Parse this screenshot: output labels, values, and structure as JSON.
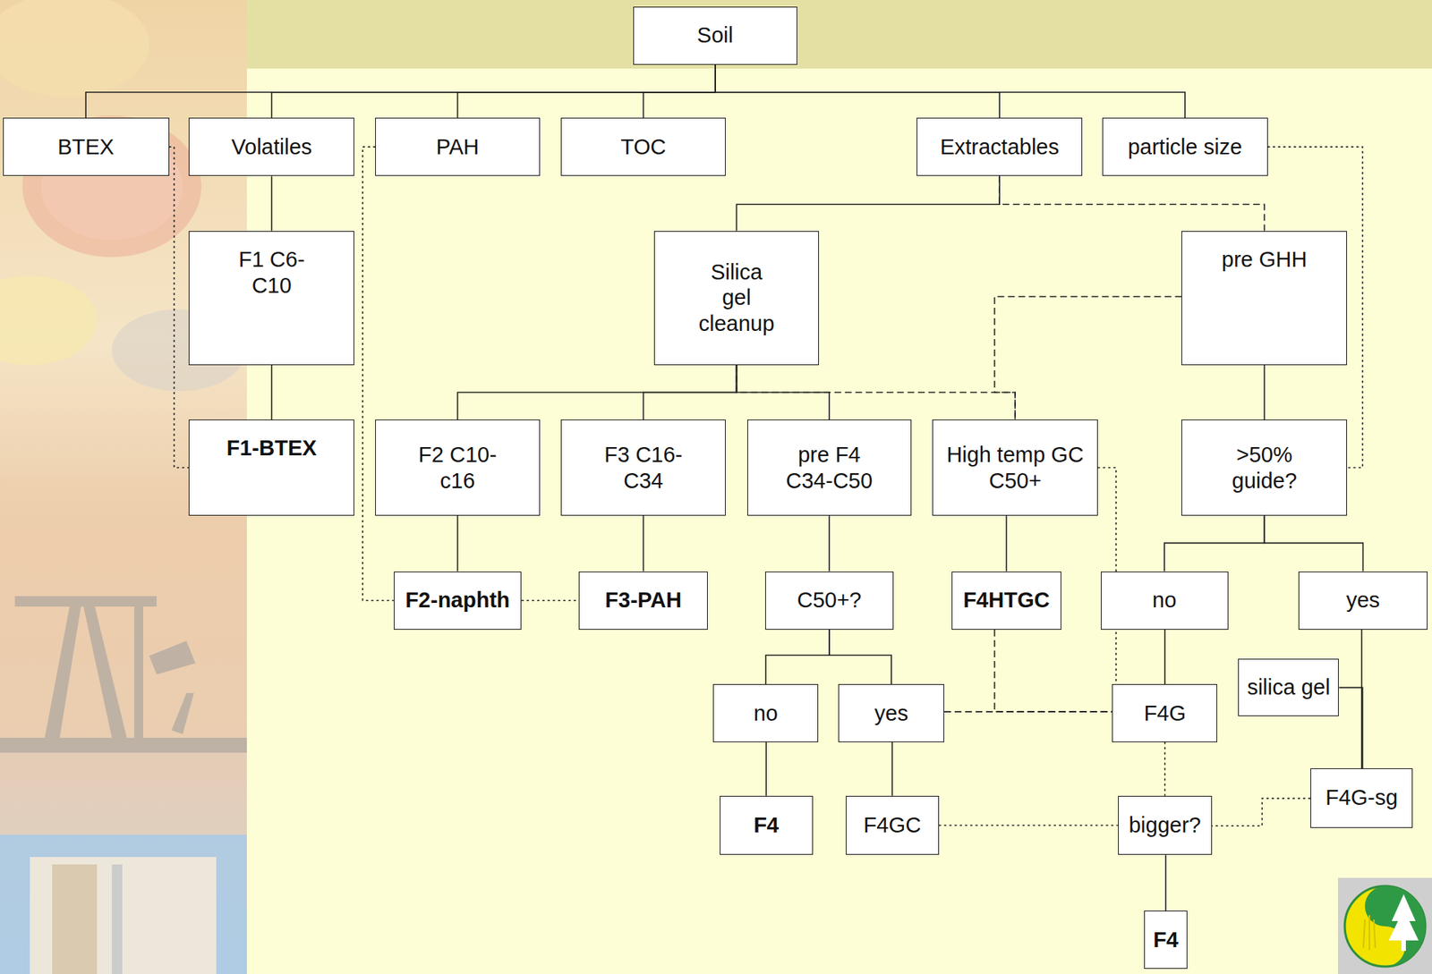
{
  "diagram": {
    "nodes": [
      {
        "text": [
          "Soil"
        ]
      },
      {
        "text": [
          "BTEX"
        ]
      },
      {
        "text": [
          "Volatiles"
        ]
      },
      {
        "text": [
          "PAH"
        ]
      },
      {
        "text": [
          "TOC"
        ]
      },
      {
        "text": [
          "Extractables"
        ]
      },
      {
        "text": [
          "particle size"
        ]
      },
      {
        "text": [
          "F1 C6-C10"
        ]
      },
      {
        "text": [
          "Silica gel cleanup"
        ]
      },
      {
        "text": [
          "pre GHH"
        ]
      },
      {
        "text": [
          "F1-BTEX"
        ]
      },
      {
        "text": [
          "F2 C10-c16"
        ]
      },
      {
        "text": [
          "F3 C16-C34"
        ]
      },
      {
        "text": [
          "pre F4 C34-C50"
        ]
      },
      {
        "text": [
          "High temp GC C50+"
        ]
      },
      {
        "text": [
          ">50% guide?"
        ]
      },
      {
        "text": [
          "F2-naphth"
        ]
      },
      {
        "text": [
          "F3-PAH"
        ]
      },
      {
        "text": [
          "C50+?"
        ]
      },
      {
        "text": [
          "F4HTGC"
        ]
      },
      {
        "text": [
          "no"
        ]
      },
      {
        "text": [
          "yes"
        ]
      },
      {
        "text": [
          "no"
        ]
      },
      {
        "text": [
          "yes"
        ]
      },
      {
        "text": [
          "F4G"
        ]
      },
      {
        "text": [
          "silica gel"
        ]
      },
      {
        "text": [
          "F4"
        ]
      },
      {
        "text": [
          "F4GC"
        ]
      },
      {
        "text": [
          "bigger?"
        ]
      },
      {
        "text": [
          "F4G-sg"
        ]
      },
      {
        "text": [
          "F4"
        ]
      }
    ],
    "edges": [
      {
        "from": 0,
        "to": 1,
        "arrow": "none"
      },
      {
        "from": 0,
        "to": 2,
        "arrow": "none"
      },
      {
        "from": 0,
        "to": 3,
        "arrow": "none"
      },
      {
        "from": 0,
        "to": 4,
        "arrow": "none"
      },
      {
        "from": 0,
        "to": 5,
        "arrow": "none"
      },
      {
        "from": 0,
        "to": 6,
        "arrow": "none"
      },
      {
        "from": 2,
        "to": 7,
        "arrow": "none"
      },
      {
        "from": 7,
        "to": 10,
        "arrow": "none"
      },
      {
        "from": 1,
        "to": 10,
        "arrow": "none"
      },
      {
        "from": 3,
        "to": 16,
        "arrow": "none"
      },
      {
        "from": 5,
        "to": 8,
        "arrow": "none"
      },
      {
        "from": 5,
        "to": 9,
        "arrow": "none"
      },
      {
        "from": 8,
        "to": 11,
        "arrow": "none"
      },
      {
        "from": 8,
        "to": 12,
        "arrow": "none"
      },
      {
        "from": 8,
        "to": 13,
        "arrow": "none"
      },
      {
        "from": 8,
        "to": 14,
        "arrow": "none"
      },
      {
        "from": 11,
        "to": 16,
        "arrow": "none"
      },
      {
        "from": 12,
        "to": 17,
        "arrow": "none"
      },
      {
        "from": 16,
        "to": 17,
        "arrow": "none"
      },
      {
        "from": 13,
        "to": 18,
        "arrow": "none"
      },
      {
        "from": 18,
        "to": 22,
        "arrow": "none"
      },
      {
        "from": 18,
        "to": 23,
        "arrow": "none"
      },
      {
        "from": 22,
        "to": 26,
        "arrow": "none"
      },
      {
        "from": 23,
        "to": 27,
        "arrow": "none"
      },
      {
        "from": 9,
        "to": 15,
        "arrow": "none"
      },
      {
        "from": 6,
        "to": 15,
        "arrow": "none"
      },
      {
        "from": 9,
        "to": 14,
        "arrow": "none"
      },
      {
        "from": 14,
        "to": 19,
        "arrow": "none"
      },
      {
        "from": 14,
        "to": 24,
        "arrow": "none"
      },
      {
        "from": 19,
        "to": 24,
        "arrow": "none"
      },
      {
        "from": 23,
        "to": 24,
        "arrow": "none"
      },
      {
        "from": 15,
        "to": 20,
        "arrow": "none"
      },
      {
        "from": 15,
        "to": 21,
        "arrow": "none"
      },
      {
        "from": 20,
        "to": 24,
        "arrow": "none"
      },
      {
        "from": 21,
        "to": 29,
        "arrow": "none"
      },
      {
        "from": 25,
        "to": 29,
        "arrow": "none"
      },
      {
        "from": 24,
        "to": 28,
        "arrow": "none"
      },
      {
        "from": 27,
        "to": 28,
        "arrow": "none"
      },
      {
        "from": 29,
        "to": 28,
        "arrow": "none"
      },
      {
        "from": 28,
        "to": 30,
        "arrow": "none"
      }
    ]
  }
}
